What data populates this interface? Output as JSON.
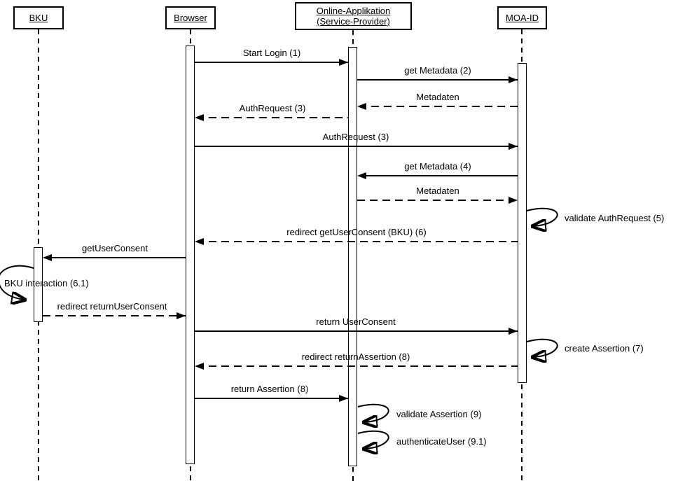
{
  "diagram_type": "uml-sequence-diagram",
  "colors": {
    "line": "#000000",
    "background": "#ffffff",
    "text": "#000000"
  },
  "participants": [
    {
      "id": "bku",
      "label": "BKU"
    },
    {
      "id": "browser",
      "label": "Browser"
    },
    {
      "id": "online-applikation",
      "label": "Online-Applikation (Service-Provider)"
    },
    {
      "id": "moa-id",
      "label": "MOA-ID"
    }
  ],
  "messages": [
    {
      "seq": 1,
      "label": "Start Login (1)",
      "from": "browser",
      "to": "online-applikation",
      "line": "solid"
    },
    {
      "seq": 2,
      "label": "get Metadata (2)",
      "from": "online-applikation",
      "to": "moa-id",
      "line": "solid"
    },
    {
      "seq": 3,
      "label": "Metadaten",
      "from": "moa-id",
      "to": "online-applikation",
      "line": "dashed"
    },
    {
      "seq": 4,
      "label": "AuthRequest (3)",
      "from": "online-applikation",
      "to": "browser",
      "line": "dashed"
    },
    {
      "seq": 5,
      "label": "AuthRequest (3)",
      "from": "browser",
      "to": "moa-id",
      "line": "solid"
    },
    {
      "seq": 6,
      "label": "get Metadata (4)",
      "from": "moa-id",
      "to": "online-applikation",
      "line": "solid"
    },
    {
      "seq": 7,
      "label": "Metadaten",
      "from": "online-applikation",
      "to": "moa-id",
      "line": "dashed"
    },
    {
      "seq": 8,
      "label": "validate AuthRequest (5)",
      "from": "moa-id",
      "to": "moa-id",
      "line": "self"
    },
    {
      "seq": 9,
      "label": "redirect getUserConsent (BKU) (6)",
      "from": "moa-id",
      "to": "browser",
      "line": "dashed"
    },
    {
      "seq": 10,
      "label": "getUserConsent",
      "from": "browser",
      "to": "bku",
      "line": "solid"
    },
    {
      "seq": 11,
      "label": "BKU interaction (6.1)",
      "from": "bku",
      "to": "bku",
      "line": "self"
    },
    {
      "seq": 12,
      "label": "redirect returnUserConsent",
      "from": "bku",
      "to": "browser",
      "line": "dashed"
    },
    {
      "seq": 13,
      "label": "return UserConsent",
      "from": "browser",
      "to": "moa-id",
      "line": "solid"
    },
    {
      "seq": 14,
      "label": "create Assertion (7)",
      "from": "moa-id",
      "to": "moa-id",
      "line": "self"
    },
    {
      "seq": 15,
      "label": "redirect returnAssertion (8)",
      "from": "moa-id",
      "to": "browser",
      "line": "dashed"
    },
    {
      "seq": 16,
      "label": "return Assertion (8)",
      "from": "browser",
      "to": "online-applikation",
      "line": "solid"
    },
    {
      "seq": 17,
      "label": "validate Assertion (9)",
      "from": "online-applikation",
      "to": "online-applikation",
      "line": "self"
    },
    {
      "seq": 18,
      "label": "authenticateUser (9.1)",
      "from": "online-applikation",
      "to": "online-applikation",
      "line": "self"
    }
  ]
}
